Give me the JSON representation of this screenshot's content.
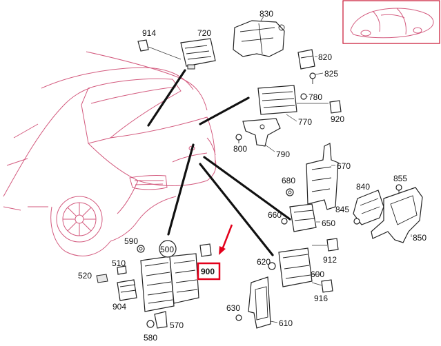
{
  "labels": {
    "p914": "914",
    "p720": "720",
    "p830": "830",
    "p820": "820",
    "p825": "825",
    "p780": "780",
    "p920": "920",
    "p770": "770",
    "p800": "800",
    "p790": "790",
    "p670": "670",
    "p680": "680",
    "p840": "840",
    "p855": "855",
    "p845": "845",
    "p850": "850",
    "p660": "660",
    "p650": "650",
    "p590": "590",
    "p500": "500",
    "p900": "900",
    "p510": "510",
    "p520": "520",
    "p904": "904",
    "p620": "620",
    "p600": "600",
    "p912": "912",
    "p630": "630",
    "p916": "916",
    "p610": "610",
    "p570": "570",
    "p580": "580"
  },
  "highlight": {
    "part": "900",
    "color": "#e3001b"
  },
  "colors": {
    "car_outline": "#d35a7e",
    "inset_border": "#c8102e"
  }
}
